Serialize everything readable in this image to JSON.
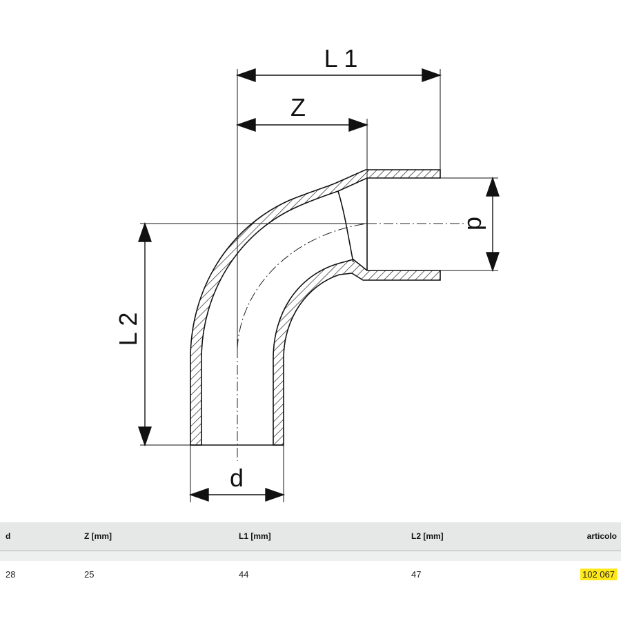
{
  "drawing": {
    "dim_l1": "L 1",
    "dim_z": "Z",
    "dim_l2": "L 2",
    "dim_d_right": "d",
    "dim_d_bottom": "d"
  },
  "table": {
    "headers": [
      "d",
      "Z [mm]",
      "L1 [mm]",
      "L2 [mm]",
      "articolo"
    ],
    "rows": [
      [
        "28",
        "25",
        "44",
        "47",
        "102 067"
      ]
    ],
    "highlight_color": "#ffe81a"
  }
}
